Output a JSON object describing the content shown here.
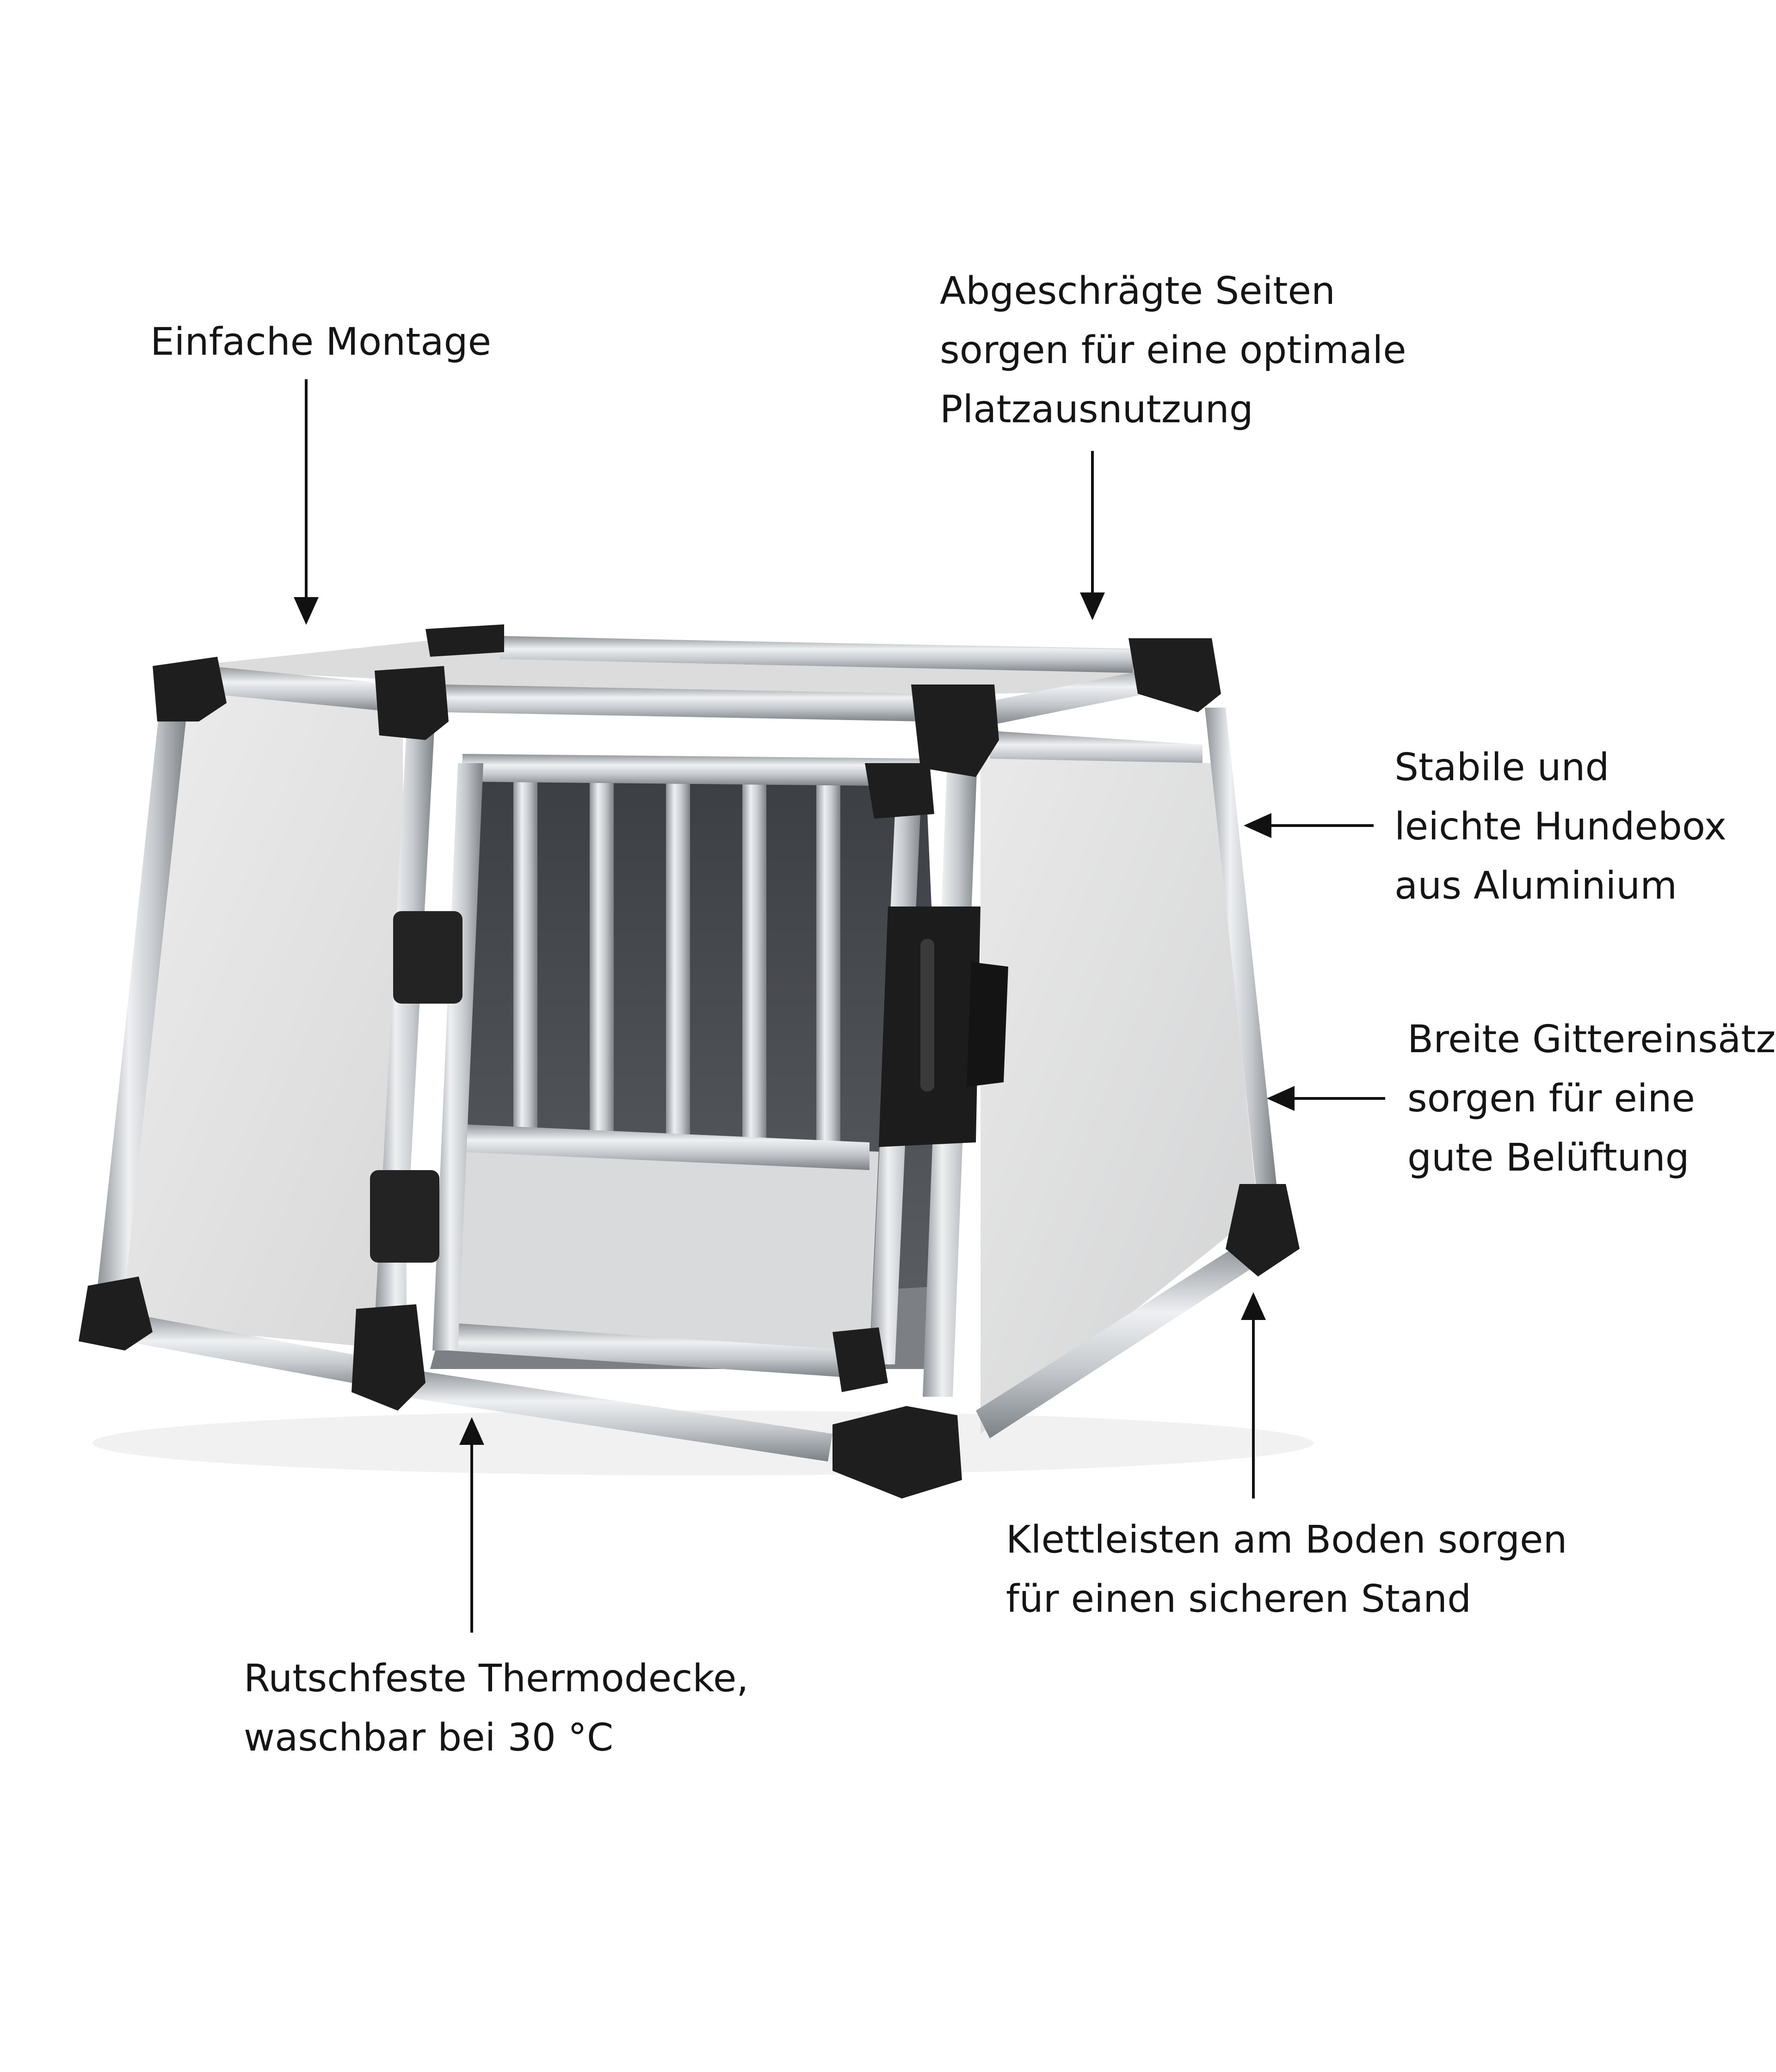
{
  "callouts": {
    "montage": {
      "lines": [
        "Einfache Montage"
      ]
    },
    "seiten": {
      "lines": [
        "Abgeschrägte Seiten",
        "sorgen für eine optimale",
        "Platzausnutzung"
      ]
    },
    "stabil": {
      "lines": [
        "Stabile und",
        "leichte Hundebox",
        "aus Aluminium"
      ]
    },
    "gitter": {
      "lines": [
        "Breite Gittereinsätze",
        "sorgen für eine",
        "gute Belüftung"
      ]
    },
    "klett": {
      "lines": [
        "Klettleisten am Boden sorgen",
        "für einen sicheren Stand"
      ]
    },
    "decke": {
      "lines": [
        "Rutschfeste Thermodecke,",
        "waschbar bei 30 °C"
      ]
    }
  },
  "colors": {
    "text": "#151515",
    "arrow": "#111111",
    "panel": "#e4e4e4",
    "aluminium": "#c9cdd1",
    "plastic": "#1e1e1e",
    "interior": "#4a4d52"
  }
}
